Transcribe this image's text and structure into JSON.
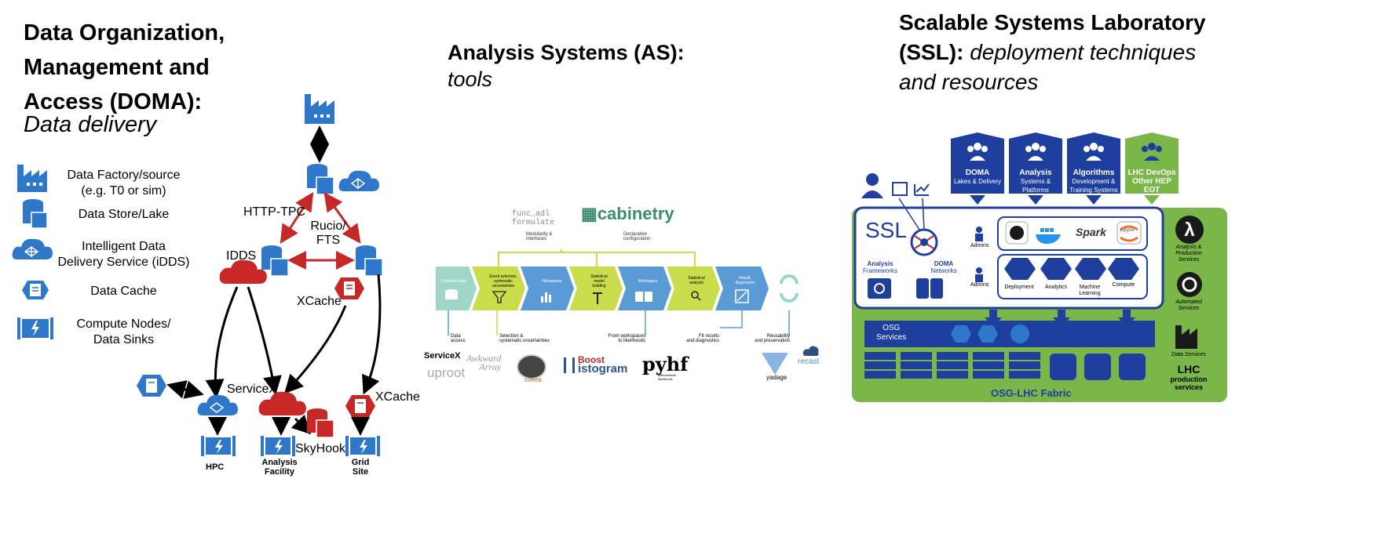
{
  "doma": {
    "title_lines": [
      "Data Organization,",
      "Management and",
      "Access (DOMA):"
    ],
    "subtitle": "Data delivery",
    "legend": [
      {
        "icon": "factory-icon",
        "label_lines": [
          "Data Factory/source",
          "(e.g. T0 or sim)"
        ]
      },
      {
        "icon": "datastore-icon",
        "label_lines": [
          "Data Store/Lake"
        ]
      },
      {
        "icon": "brain-cloud-icon",
        "label_lines": [
          "Intelligent Data",
          "Delivery Service (iDDS)"
        ]
      },
      {
        "icon": "hex-doc-icon",
        "label_lines": [
          "Data Cache"
        ]
      },
      {
        "icon": "compute-node-icon",
        "label_lines": [
          "Compute Nodes/",
          "Data Sinks"
        ]
      }
    ],
    "diagram_labels": {
      "http_tpc": "HTTP-TPC",
      "rucio": "Rucio/",
      "fts": "FTS",
      "idds": "IDDS",
      "xcache1": "XCache",
      "xcache2": "XCache",
      "servicex": "ServiceX",
      "skyhook": "SkyHook",
      "hpc": "HPC",
      "analysis_facility_1": "Analysis",
      "analysis_facility_2": "Facility",
      "grid_site_1": "Grid",
      "grid_site_2": "Site"
    },
    "colors": {
      "blue": "#2f77c9",
      "red": "#c62828"
    }
  },
  "as": {
    "title": "Analysis Systems (AS):",
    "subtitle": "tools",
    "top_labels": {
      "func_adl": "func_adl",
      "formulate": "formulate",
      "cabinetry": "cabinetry",
      "modularity_1": "Modularity &",
      "modularity_2": "interfaces",
      "declarative_1": "Declarative",
      "declarative_2": "configuration"
    },
    "steps": [
      {
        "label_lines": [
          "Columnar data"
        ],
        "color": "#9fd6c8"
      },
      {
        "label_lines": [
          "Event selection,",
          "systematic",
          "uncertainties"
        ],
        "color": "#c9dc4c"
      },
      {
        "label_lines": [
          "Histograms"
        ],
        "color": "#5b9bd5"
      },
      {
        "label_lines": [
          "Statistical",
          "model",
          "building"
        ],
        "color": "#c9dc4c"
      },
      {
        "label_lines": [
          "Workspace"
        ],
        "color": "#5b9bd5"
      },
      {
        "label_lines": [
          "Statistical",
          "analysis"
        ],
        "color": "#c9dc4c"
      },
      {
        "label_lines": [
          "Result,",
          "diagnostics"
        ],
        "color": "#5b9bd5"
      }
    ],
    "bottom_labels": [
      {
        "lines": [
          "Data",
          "access"
        ]
      },
      {
        "lines": [
          "Selection &",
          "systematic uncertainties"
        ]
      },
      {
        "lines": [
          "From workspaces",
          "to likelihoods"
        ]
      },
      {
        "lines": [
          "Fit results",
          "and diagnostics"
        ]
      },
      {
        "lines": [
          "Reusability",
          "and preservation"
        ]
      }
    ],
    "tools": {
      "servicex": "ServiceX",
      "uproot": "uproot",
      "awkward_1": "Awkward",
      "awkward_2": "Array",
      "coffea": "coffea",
      "boost": "Boost",
      "histogram": "istogram",
      "pyhf": "pyhf",
      "pyhf_sub_1": "differentiable",
      "pyhf_sub_2": "likelihoods",
      "yadage": "yadage",
      "recast": "recast"
    }
  },
  "ssl": {
    "title_bold_1": "Scalable Systems Laboratory",
    "title_bold_2": "(SSL):",
    "title_ital_1": "deployment techniques",
    "title_ital_2": "and resources",
    "badges": [
      {
        "bold": "DOMA",
        "lines": [
          "Lakes & Delivery"
        ],
        "color": "#1f3f9e"
      },
      {
        "bold": "Analysis",
        "lines": [
          "Systems &",
          "Platforms"
        ],
        "color": "#1f3f9e"
      },
      {
        "bold": "Algorithms",
        "lines": [
          "Development &",
          "Training Systems"
        ],
        "color": "#1f3f9e"
      },
      {
        "bold": "LHC DevOps",
        "lines": [
          "Other HEP",
          "EOT"
        ],
        "color": "#7ab648"
      }
    ],
    "ssl_logo": "SSL",
    "analysis_frameworks_1": "Analysis",
    "analysis_frameworks_2": "Frameworks",
    "doma_networks_1": "DOMA",
    "doma_networks_2": "Networks",
    "admins_1": "Admins",
    "admins_2": "Admins",
    "tools_row1": [
      "",
      "",
      "Spark",
      "jupyter"
    ],
    "tools_row2": [
      "Deployment",
      "Analytics",
      "Machine",
      "Learning",
      "Compute"
    ],
    "osg_services_1": "OSG",
    "osg_services_2": "Services",
    "fabric": "OSG-LHC Fabric",
    "side": {
      "prod_1": "Analysis &",
      "prod_2": "Production",
      "prod_3": "Services",
      "auto_1": "Automated",
      "auto_2": "Services",
      "data_services": "Data Services",
      "lhc": "LHC",
      "lhc_prod_1": "production",
      "lhc_prod_2": "services"
    },
    "colors": {
      "navy": "#1f3f9e",
      "green": "#7ab648",
      "dark": "#1a1a1a"
    }
  }
}
